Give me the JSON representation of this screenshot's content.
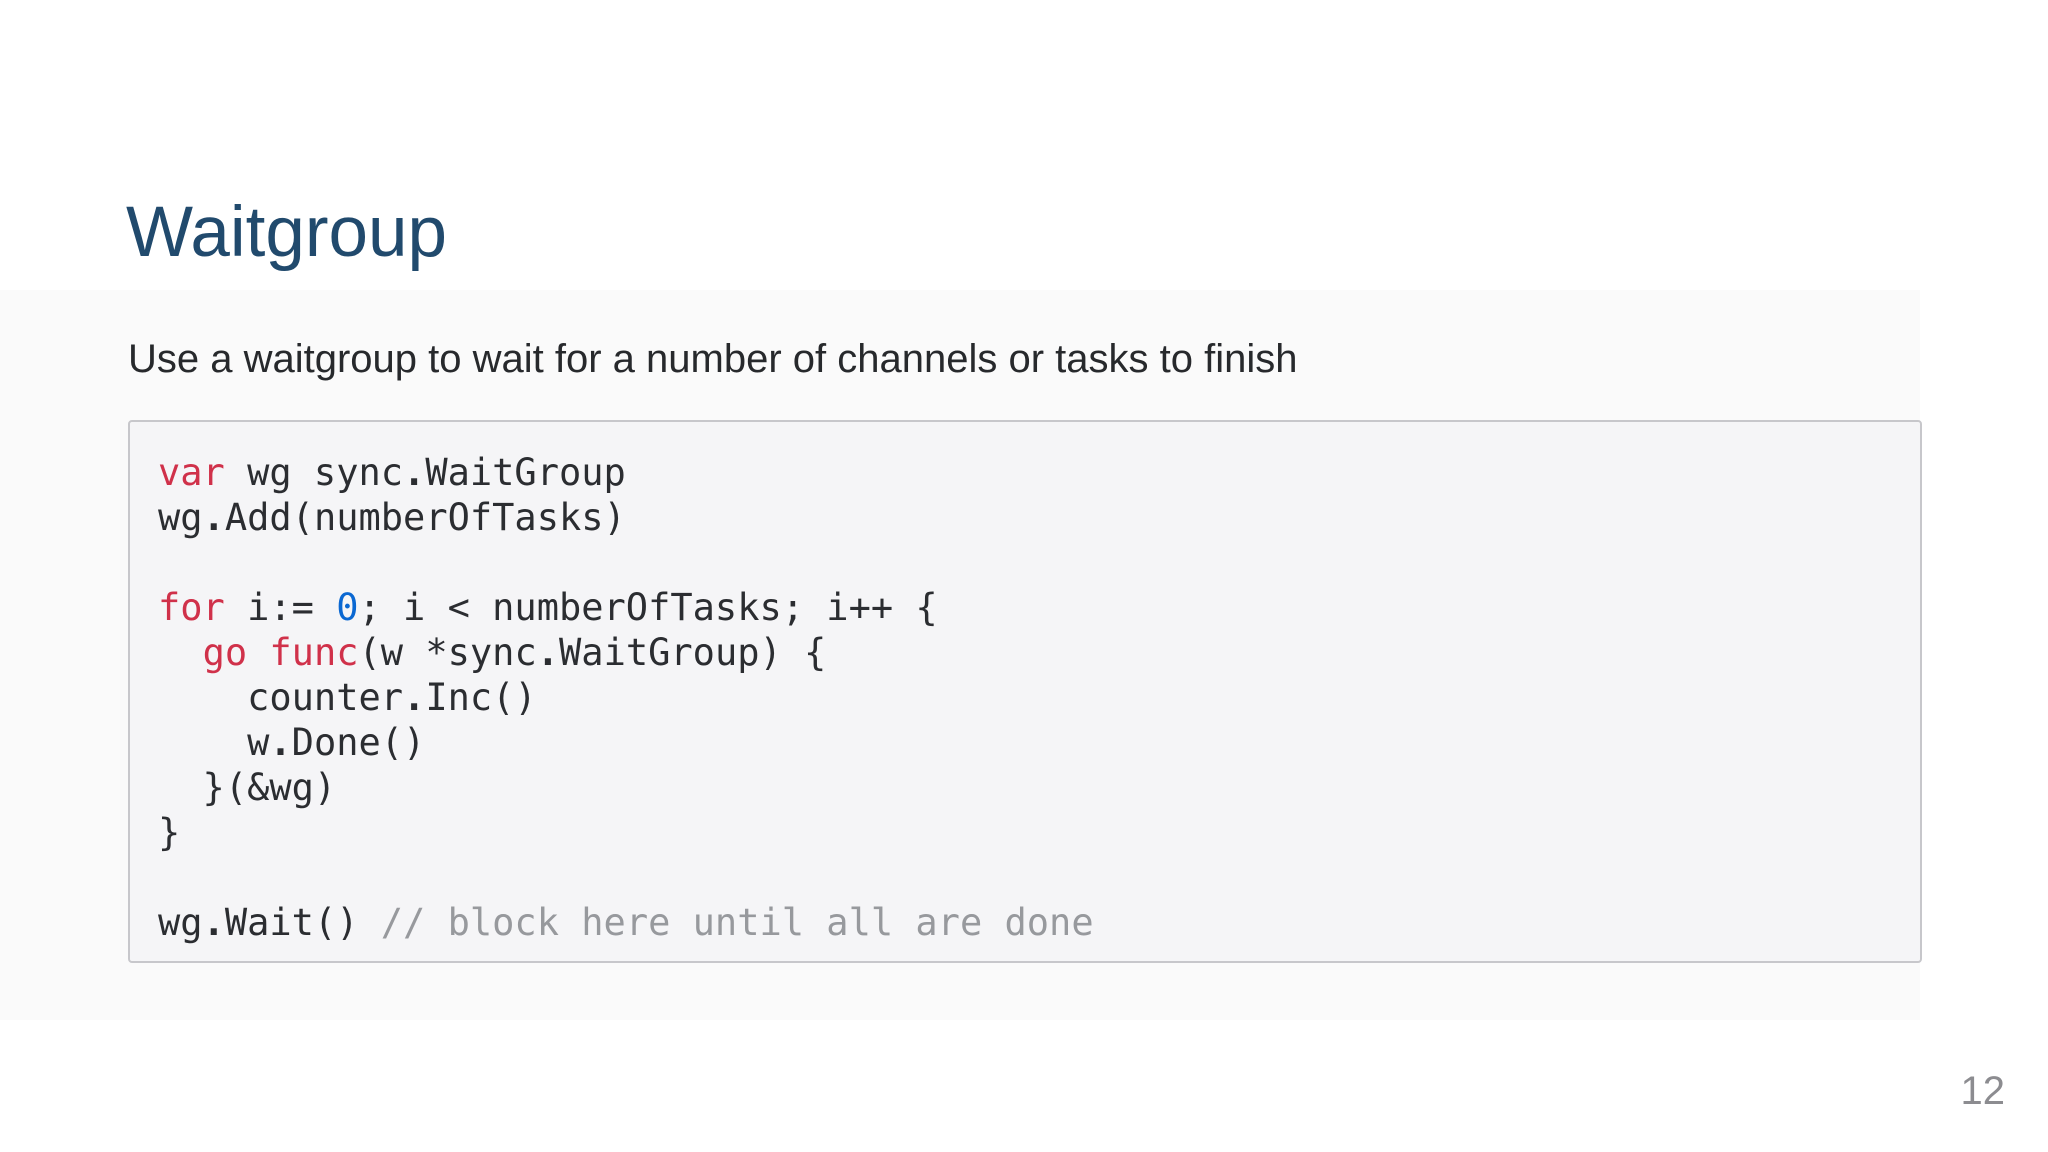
{
  "slide": {
    "title": "Waitgroup",
    "subtitle": "Use a waitgroup to wait for a number of channels or tasks to finish",
    "page_number": "12"
  },
  "colors": {
    "title": "#214a6d",
    "subtitle_text": "#27292c",
    "page_number": "#8c8c90",
    "band_background": "#fafafa",
    "code_background": "#f5f5f7",
    "code_border": "#c7c7cb",
    "code_plain": "#2b2d31",
    "code_keyword": "#d0314a",
    "code_number": "#0b68d2",
    "code_comment": "#97999d"
  },
  "code_block": {
    "lines": [
      [
        {
          "t": "k",
          "v": "var"
        },
        {
          "t": "t",
          "v": " wg sync"
        },
        {
          "t": "d",
          "v": "."
        },
        {
          "t": "t",
          "v": "WaitGroup"
        }
      ],
      [
        {
          "t": "t",
          "v": "wg"
        },
        {
          "t": "d",
          "v": "."
        },
        {
          "t": "t",
          "v": "Add(numberOfTasks)"
        }
      ],
      [],
      [
        {
          "t": "k",
          "v": "for"
        },
        {
          "t": "t",
          "v": " i:= "
        },
        {
          "t": "n",
          "v": "0"
        },
        {
          "t": "t",
          "v": "; i < numberOfTasks; i++ {"
        }
      ],
      [
        {
          "t": "t",
          "v": "  "
        },
        {
          "t": "k",
          "v": "go"
        },
        {
          "t": "t",
          "v": " "
        },
        {
          "t": "k",
          "v": "func"
        },
        {
          "t": "t",
          "v": "(w *sync"
        },
        {
          "t": "d",
          "v": "."
        },
        {
          "t": "t",
          "v": "WaitGroup) {"
        }
      ],
      [
        {
          "t": "t",
          "v": "    counter"
        },
        {
          "t": "d",
          "v": "."
        },
        {
          "t": "t",
          "v": "Inc()"
        }
      ],
      [
        {
          "t": "t",
          "v": "    w"
        },
        {
          "t": "d",
          "v": "."
        },
        {
          "t": "t",
          "v": "Done()"
        }
      ],
      [
        {
          "t": "t",
          "v": "  }(&wg)"
        }
      ],
      [
        {
          "t": "t",
          "v": "}"
        }
      ],
      [],
      [
        {
          "t": "t",
          "v": "wg"
        },
        {
          "t": "d",
          "v": "."
        },
        {
          "t": "t",
          "v": "Wait() "
        },
        {
          "t": "c",
          "v": "// block here until all are done"
        }
      ]
    ]
  }
}
